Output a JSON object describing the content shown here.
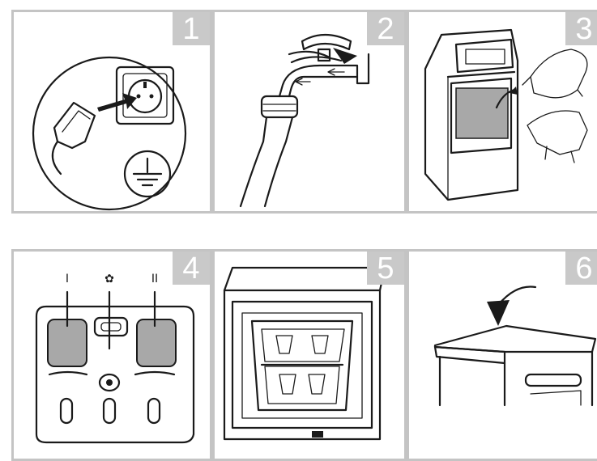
{
  "steps": [
    {
      "number": "1",
      "icon": "plug-into-socket-icon"
    },
    {
      "number": "2",
      "icon": "connect-water-tap-icon"
    },
    {
      "number": "3",
      "icon": "load-laundry-icon"
    },
    {
      "number": "4",
      "icon": "detergent-drawer-icon"
    },
    {
      "number": "5",
      "icon": "close-drum-flaps-icon"
    },
    {
      "number": "6",
      "icon": "close-lid-icon"
    }
  ],
  "drawer_labels": {
    "prewash": "I",
    "softener": "✿",
    "main_wash": "II"
  },
  "colors": {
    "frame": "#c4c4c4",
    "badge": "#c9c9c9",
    "line": "#1a1a1a",
    "compartment": "#a8a8a8"
  }
}
